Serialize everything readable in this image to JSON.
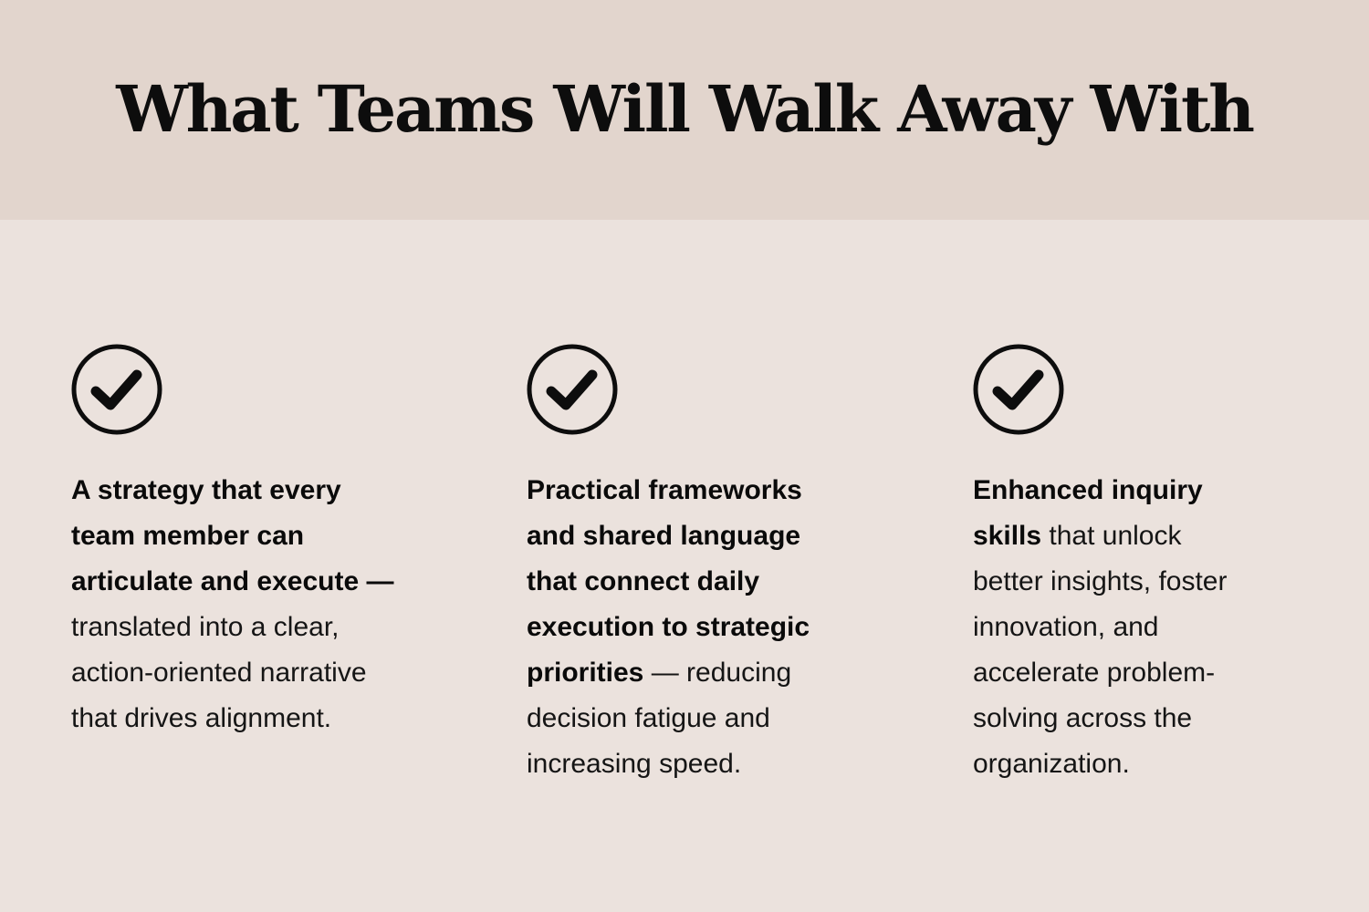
{
  "header": {
    "title": "What Teams Will Walk Away With"
  },
  "columns": [
    {
      "icon": "check-circle-icon",
      "lines": [
        {
          "bold": "A strategy that every",
          "normal": ""
        },
        {
          "bold": "team member can",
          "normal": ""
        },
        {
          "bold": "articulate and execute —",
          "normal": ""
        },
        {
          "bold": "",
          "normal": "translated into a clear,"
        },
        {
          "bold": "",
          "normal": "action-oriented narrative"
        },
        {
          "bold": "",
          "normal": "that drives alignment."
        }
      ]
    },
    {
      "icon": "check-circle-icon",
      "lines": [
        {
          "bold": "Practical frameworks",
          "normal": ""
        },
        {
          "bold": "and shared language",
          "normal": ""
        },
        {
          "bold": "that connect daily",
          "normal": ""
        },
        {
          "bold": "execution to strategic",
          "normal": ""
        },
        {
          "bold": "priorities",
          "normal": " — reducing"
        },
        {
          "bold": "",
          "normal": "decision fatigue and"
        },
        {
          "bold": "",
          "normal": "increasing speed."
        }
      ]
    },
    {
      "icon": "check-circle-icon",
      "lines": [
        {
          "bold": "Enhanced inquiry",
          "normal": ""
        },
        {
          "bold": "skills",
          "normal": " that unlock"
        },
        {
          "bold": "",
          "normal": "better insights, foster"
        },
        {
          "bold": "",
          "normal": "innovation, and"
        },
        {
          "bold": "",
          "normal": "accelerate problem-"
        },
        {
          "bold": "",
          "normal": "solving across the"
        },
        {
          "bold": "",
          "normal": "organization."
        }
      ]
    }
  ]
}
